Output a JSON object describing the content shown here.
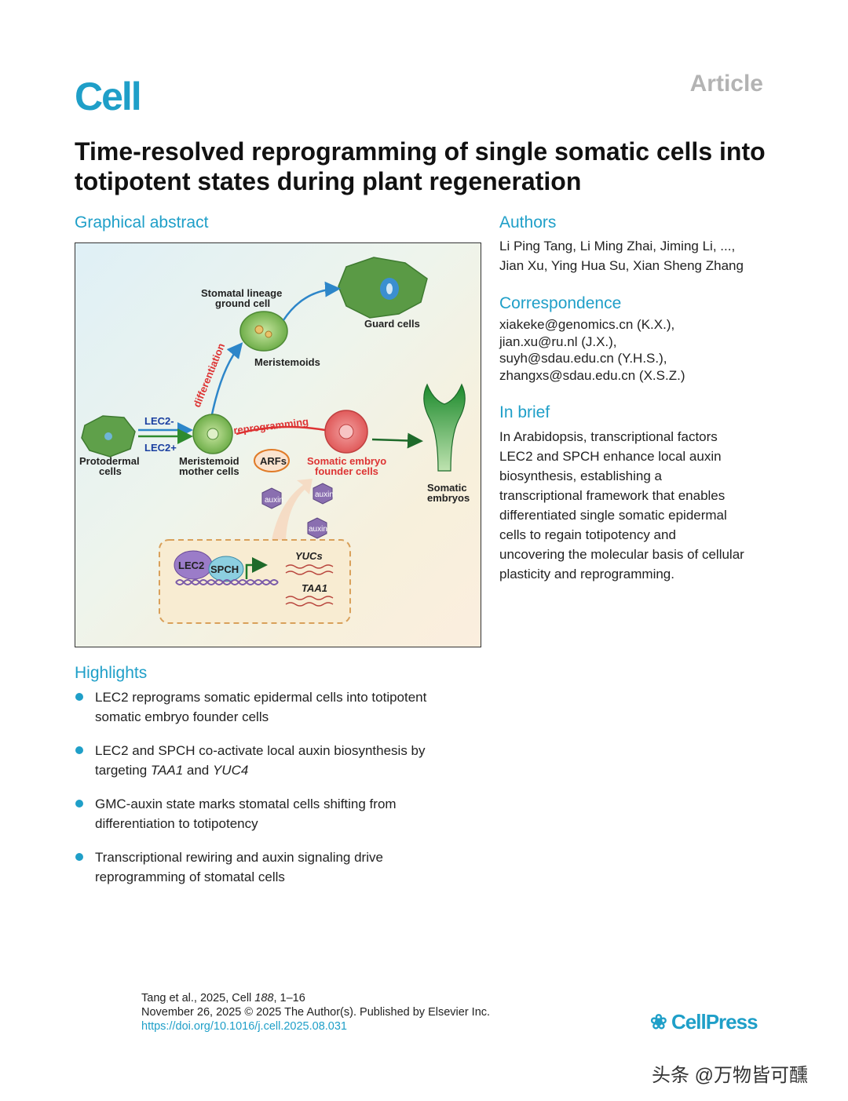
{
  "header": {
    "journal": "Cell",
    "article_type": "Article"
  },
  "title": "Time-resolved reprogramming of single somatic cells into totipotent states during plant regeneration",
  "graphical_abstract": {
    "heading": "Graphical abstract",
    "labels": {
      "stomatal_lineage_1": "Stomatal lineage",
      "stomatal_lineage_2": "ground cell",
      "guard_cells": "Guard cells",
      "meristemoids": "Meristemoids",
      "differentiation": "differentiation",
      "lec2_minus": "LEC2-",
      "lec2_plus": "LEC2+",
      "reprogramming": "reprogramming",
      "protodermal_1": "Protodermal",
      "protodermal_2": "cells",
      "mmc_1": "Meristemoid",
      "mmc_2": "mother cells",
      "arfs": "ARFs",
      "sefc_1": "Somatic embryo",
      "sefc_2": "founder cells",
      "somatic_1": "Somatic",
      "somatic_2": "embryos",
      "auxin": "auxin",
      "lec2": "LEC2",
      "spch": "SPCH",
      "yucs": "YUCs",
      "taa1": "TAA1"
    }
  },
  "authors": {
    "heading": "Authors",
    "line1": "Li Ping Tang, Li Ming Zhai, Jiming Li, ...,",
    "line2": "Jian Xu, Ying Hua Su, Xian Sheng Zhang"
  },
  "correspondence": {
    "heading": "Correspondence",
    "emails": [
      "xiakeke@genomics.cn (K.X.),",
      "jian.xu@ru.nl (J.X.),",
      "suyh@sdau.edu.cn (Y.H.S.),",
      "zhangxs@sdau.edu.cn (X.S.Z.)"
    ]
  },
  "in_brief": {
    "heading": "In brief",
    "lines": [
      "In Arabidopsis, transcriptional factors",
      "LEC2 and SPCH enhance local auxin",
      "biosynthesis, establishing a",
      "transcriptional framework that enables",
      "differentiated single somatic epidermal",
      "cells to regain totipotency and",
      "uncovering the molecular basis of cellular",
      "plasticity and reprogramming."
    ]
  },
  "highlights": {
    "heading": "Highlights",
    "items": [
      {
        "l1": "LEC2 reprograms somatic epidermal cells into totipotent",
        "l2a": "somatic embryo founder cells",
        "i1": "",
        "m": "",
        "i2": ""
      },
      {
        "l1": "LEC2 and SPCH co-activate local auxin biosynthesis by",
        "l2a": "targeting ",
        "i1": "TAA1",
        "m": " and ",
        "i2": "YUC4"
      },
      {
        "l1": "GMC-auxin state marks stomatal cells shifting from",
        "l2a": "differentiation to totipotency",
        "i1": "",
        "m": "",
        "i2": ""
      },
      {
        "l1": "Transcriptional rewiring and auxin signaling drive",
        "l2a": "reprogramming of stomatal cells",
        "i1": "",
        "m": "",
        "i2": ""
      }
    ]
  },
  "footer": {
    "citation_a": "Tang et al., 2025, Cell ",
    "citation_vol": "188",
    "citation_b": ", 1–16",
    "date_line": "November 26, 2025 © 2025 The Author(s). Published by Elsevier Inc.",
    "doi": "https://doi.org/10.1016/j.cell.2025.08.031",
    "publisher": "CellPress"
  },
  "watermark": "头条 @万物皆可醺",
  "colors": {
    "accent": "#1f9fc8",
    "red": "#d33333",
    "green": "#2e8b2e"
  }
}
